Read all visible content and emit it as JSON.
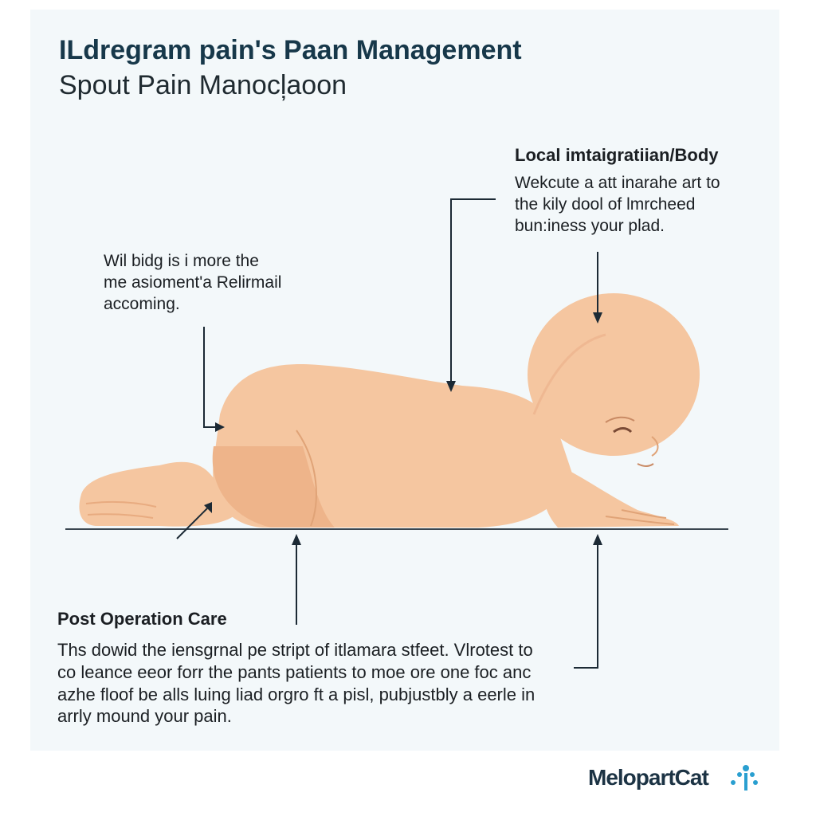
{
  "header": {
    "title": "ILdregram pain's Paan Management",
    "subtitle": "Spout Pain Manocl̦aoon"
  },
  "callouts": {
    "body": {
      "heading": "Local imtaigratiian/Body",
      "lines": [
        "Wekcute a att inarahe art to",
        "the kily dool of lmrcheed",
        "bun:iness your plad."
      ]
    },
    "left": {
      "lines": [
        "Wil bidg is i more the",
        "me asioment'a Relirmail",
        "accoming."
      ]
    },
    "post_operation": {
      "heading": "Post Operation Care",
      "lines": [
        "Ths dowid the iensgrnal pe stript of itlamara stfeet. Vlrotest to",
        "co leance eeor forr the pants patients to moe ore one foc anc",
        "azhe floof be alls luing liad orgro ft a pisl, pubjustbly a eerle in",
        "arrly mound your pain."
      ]
    }
  },
  "logo": {
    "text": "MelopartCat"
  },
  "colors": {
    "panel_background": "#f3f8fa",
    "title": "#17384a",
    "skin": "#f5c6a0",
    "skin_shadow": "#e8ab80",
    "arrows": "#1c2a35",
    "logo_accent": "#2a9fd0"
  },
  "icons": {
    "logo_mark": "splash-icon"
  }
}
